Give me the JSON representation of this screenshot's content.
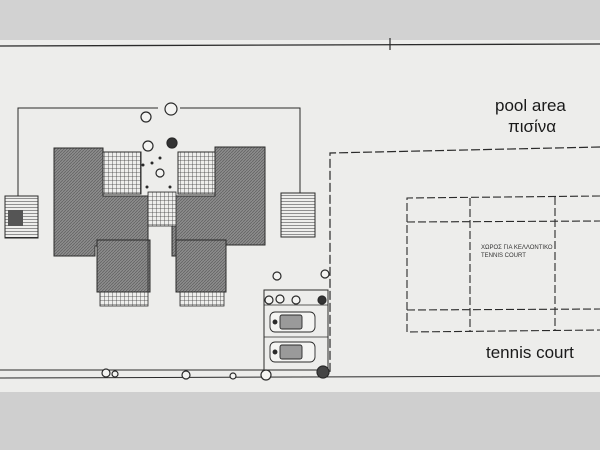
{
  "labels": {
    "pool_en": "pool area",
    "pool_gr": "πισίνα",
    "court_gr": "ΧΩΡΟΣ ΓΙΑ ΚΕΛΛΟΝΤΙΚΟ",
    "court_en": "TENNIS COURT",
    "tennis_en": "tennis court"
  },
  "colors": {
    "paper": "#ededeb",
    "line": "#2a2a2a",
    "hatch": "#7a7a7a",
    "background": "#c9c9c9"
  }
}
